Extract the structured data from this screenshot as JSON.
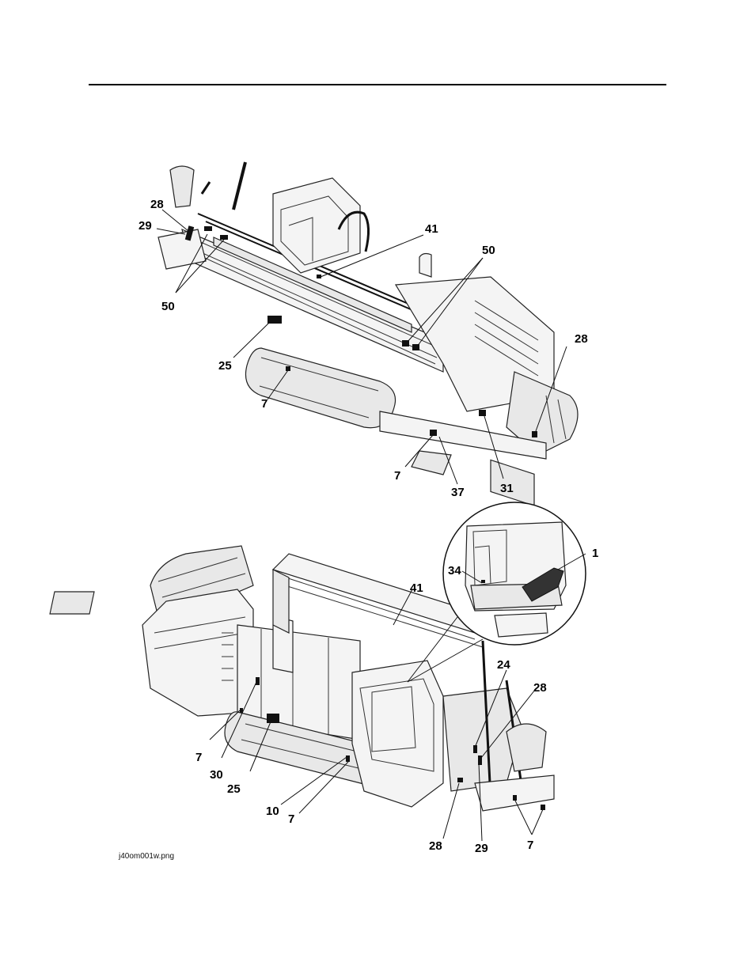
{
  "figure": {
    "caption": "j40om001w.png",
    "top_view": {
      "callouts": [
        "28",
        "29",
        "50",
        "41",
        "50",
        "25",
        "7",
        "28",
        "7",
        "37",
        "31"
      ]
    },
    "bottom_view": {
      "callouts": [
        "1",
        "34",
        "41",
        "24",
        "28",
        "7",
        "30",
        "25",
        "10",
        "7",
        "28",
        "29",
        "7"
      ]
    }
  }
}
